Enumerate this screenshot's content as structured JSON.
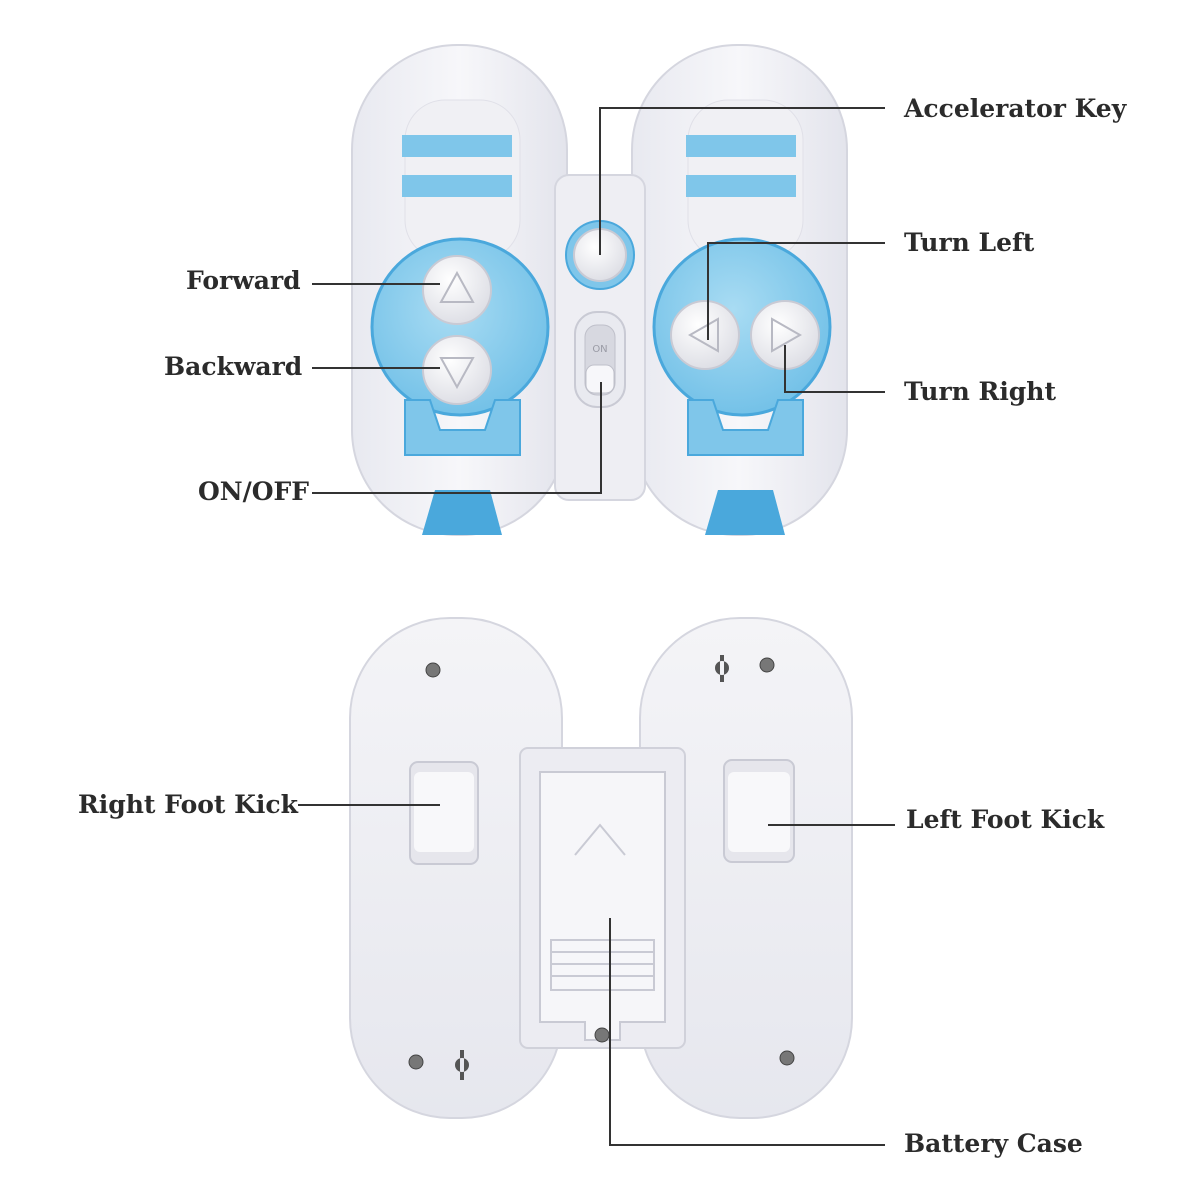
{
  "labels": {
    "accelerator_key": "Accelerator Key",
    "forward": "Forward",
    "turn_left": "Turn Left",
    "backward": "Backward",
    "turn_right": "Turn Right",
    "on_off": "ON/OFF",
    "right_foot_kick": "Right Foot Kick",
    "left_foot_kick": "Left Foot Kick",
    "battery_case": "Battery Case"
  },
  "switch_text": "ON",
  "colors": {
    "body": "#ffffff",
    "shell": "#f2f2f6",
    "shell_shadow": "#d9dae3",
    "accent_blue": "#7fc6ea",
    "accent_blue_dark": "#4aa8dc",
    "line": "#333333",
    "label_text": "#2b2b2b"
  }
}
